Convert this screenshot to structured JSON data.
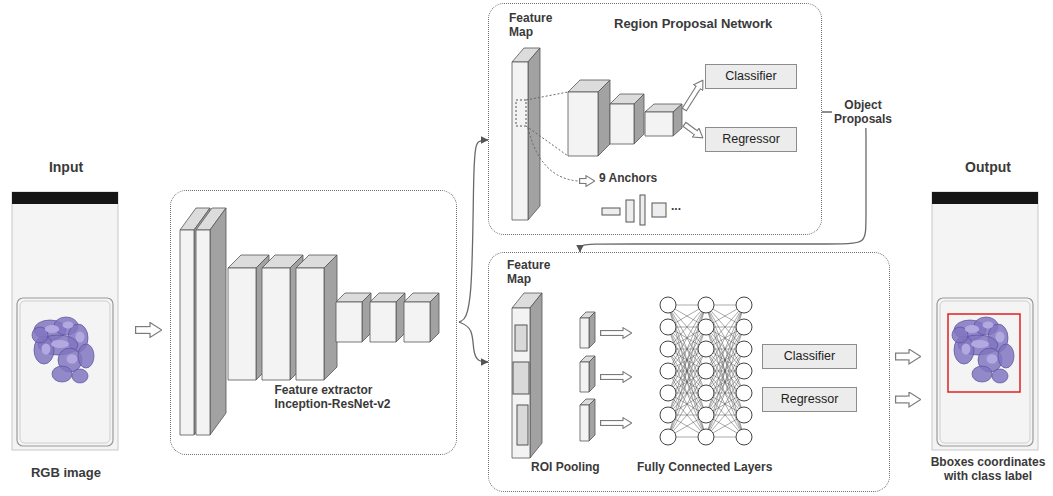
{
  "diagram": {
    "nodes": [
      {
        "text": [
          "Input",
          "RGB image"
        ]
      },
      {
        "text": [
          "Feature extractor Inception-ResNet-v2"
        ]
      },
      {
        "text": [
          "Feature Map",
          "Region Proposal Network",
          "9 Anchors"
        ]
      },
      {
        "text": [
          "Classifier"
        ],
        "in": 2
      },
      {
        "text": [
          "Regressor"
        ],
        "in": 2
      },
      {
        "text": [
          "Feature Map",
          "ROI Pooling",
          "Fully Connected Layers"
        ]
      },
      {
        "text": [
          "Classifier"
        ],
        "in": 5
      },
      {
        "text": [
          "Regressor"
        ],
        "in": 5
      },
      {
        "text": [
          "Output",
          "Bboxes coordinates with class label"
        ]
      }
    ],
    "edges": [
      {
        "from": 0,
        "to": 1,
        "arrow": "to"
      },
      {
        "from": 1,
        "to": 2,
        "arrow": "to"
      },
      {
        "from": 1,
        "to": 5,
        "arrow": "to"
      },
      {
        "from": 2,
        "to": 5,
        "arrow": "to",
        "label": "Object Proposals"
      },
      {
        "from": 6,
        "to": 8,
        "arrow": "to"
      },
      {
        "from": 7,
        "to": 8,
        "arrow": "to"
      }
    ],
    "labels": [
      "..."
    ]
  }
}
